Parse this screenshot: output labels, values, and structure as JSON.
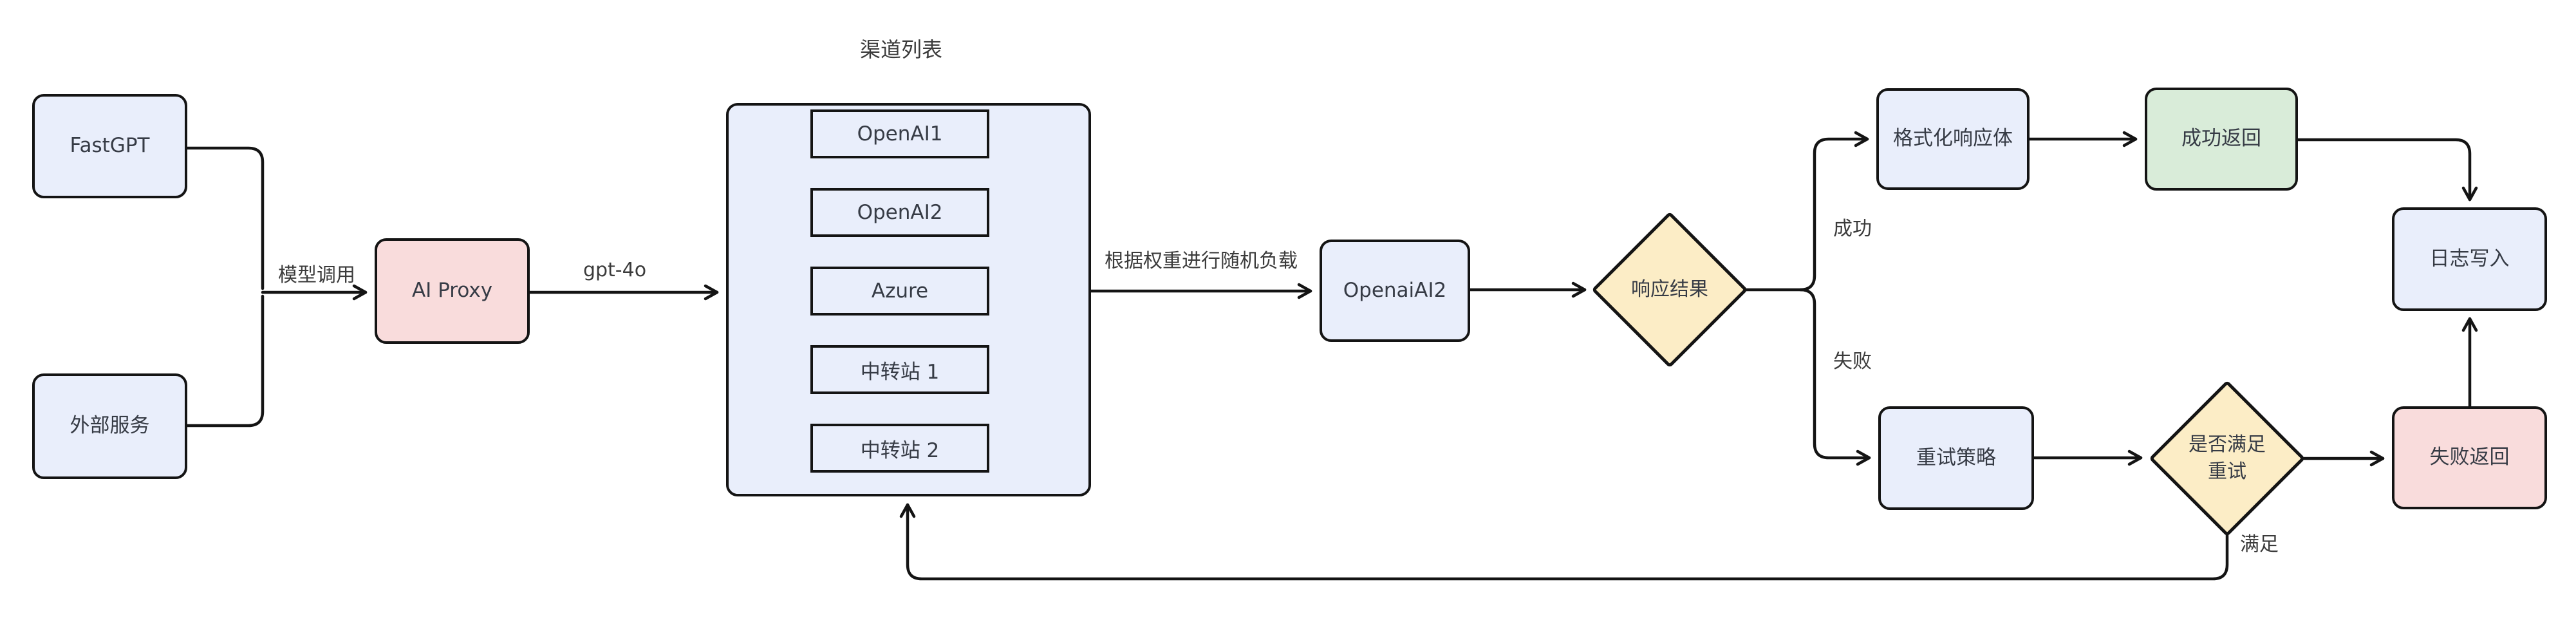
{
  "diagram": {
    "title": "渠道列表",
    "nodes": {
      "fastgpt": {
        "label": "FastGPT"
      },
      "external_service": {
        "label": "外部服务"
      },
      "ai_proxy": {
        "label": "AI Proxy"
      },
      "channels": [
        "OpenAI1",
        "OpenAI2",
        "Azure",
        "中转站 1",
        "中转站 2"
      ],
      "openai_ai2": {
        "label": "OpenaiAI2"
      },
      "response_result": {
        "label": "响应结果"
      },
      "format_response": {
        "label": "格式化响应体"
      },
      "success_return": {
        "label": "成功返回"
      },
      "log_write": {
        "label": "日志写入"
      },
      "retry_strategy": {
        "label": "重试策略"
      },
      "retry_check": {
        "label_line1": "是否满足",
        "label_line2": "重试"
      },
      "fail_return": {
        "label": "失败返回"
      }
    },
    "edge_labels": {
      "model_call": "模型调用",
      "model_name": "gpt-4o",
      "weighted_load": "根据权重进行随机负载",
      "success": "成功",
      "fail": "失败",
      "satisfied": "满足"
    },
    "colors": {
      "node_blue": "#e9eefb",
      "node_pink": "#f9dcdc",
      "node_green": "#d9ecd9",
      "node_yellow": "#fcedc6",
      "stroke": "#141414",
      "text": "#363b45"
    }
  }
}
